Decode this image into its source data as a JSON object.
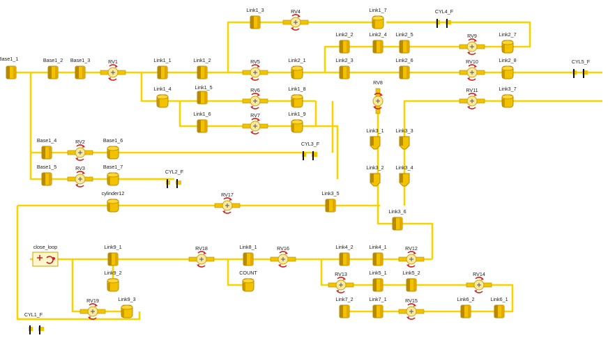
{
  "colors": {
    "wire": "#f7d400",
    "part_light": "#f2c200",
    "part_dark": "#b88a00",
    "valve_body": "#f0c400",
    "valve_knob": "#fbe9a0",
    "valve_arrow": "#d81b1b",
    "label": "#1a1a1a"
  },
  "components": [
    {
      "id": "Base1_1",
      "label": "Base1_1",
      "kind": "block"
    },
    {
      "id": "Base1_2",
      "label": "Base1_2",
      "kind": "block"
    },
    {
      "id": "Base1_3",
      "label": "Base1_3",
      "kind": "block"
    },
    {
      "id": "RV1",
      "label": "RV1",
      "kind": "valve"
    },
    {
      "id": "Link1_1",
      "label": "Link1_1",
      "kind": "block"
    },
    {
      "id": "Link1_2",
      "label": "Link1_2",
      "kind": "block"
    },
    {
      "id": "Link1_3",
      "label": "Link1_3",
      "kind": "block"
    },
    {
      "id": "RV4",
      "label": "RV4",
      "kind": "valve"
    },
    {
      "id": "Link1_7",
      "label": "Link1_7",
      "kind": "cylinder"
    },
    {
      "id": "CYL4_F",
      "label": "CYL4_F",
      "kind": "fixed"
    },
    {
      "id": "Link2_2",
      "label": "Link2_2",
      "kind": "block"
    },
    {
      "id": "Link2_4",
      "label": "Link2_4",
      "kind": "block"
    },
    {
      "id": "Link2_5",
      "label": "Link2_5",
      "kind": "block"
    },
    {
      "id": "RV9",
      "label": "RV9",
      "kind": "valve"
    },
    {
      "id": "Link2_7",
      "label": "Link2_7",
      "kind": "cylinder"
    },
    {
      "id": "RV5",
      "label": "RV5",
      "kind": "valve"
    },
    {
      "id": "Link2_1",
      "label": "Link2_1",
      "kind": "cylinder"
    },
    {
      "id": "Link2_3",
      "label": "Link2_3",
      "kind": "block"
    },
    {
      "id": "Link2_6",
      "label": "Link2_6",
      "kind": "block"
    },
    {
      "id": "RV10",
      "label": "RV10",
      "kind": "valve"
    },
    {
      "id": "Link2_8",
      "label": "Link2_8",
      "kind": "cylinder"
    },
    {
      "id": "CYL5_F",
      "label": "CYL5_F",
      "kind": "fixed"
    },
    {
      "id": "Link1_4",
      "label": "Link1_4",
      "kind": "cylinder"
    },
    {
      "id": "Link1_5",
      "label": "Link1_5",
      "kind": "block"
    },
    {
      "id": "RV6",
      "label": "RV6",
      "kind": "valve"
    },
    {
      "id": "Link1_8",
      "label": "Link1_8",
      "kind": "cylinder"
    },
    {
      "id": "RV8",
      "label": "RV8",
      "kind": "valve_v"
    },
    {
      "id": "RV11",
      "label": "RV11",
      "kind": "valve"
    },
    {
      "id": "Link3_7",
      "label": "Link3_7",
      "kind": "cylinder"
    },
    {
      "id": "Link1_6",
      "label": "Link1_6",
      "kind": "block"
    },
    {
      "id": "RV7",
      "label": "RV7",
      "kind": "valve"
    },
    {
      "id": "Link1_9",
      "label": "Link1_9",
      "kind": "cylinder"
    },
    {
      "id": "Link3_1",
      "label": "Link3_1",
      "kind": "block_v"
    },
    {
      "id": "Link3_3",
      "label": "Link3_3",
      "kind": "block_v"
    },
    {
      "id": "Base1_4",
      "label": "Base1_4",
      "kind": "block"
    },
    {
      "id": "RV2",
      "label": "RV2",
      "kind": "valve"
    },
    {
      "id": "Base1_6",
      "label": "Base1_6",
      "kind": "cylinder"
    },
    {
      "id": "CYL3_F",
      "label": "CYL3_F",
      "kind": "fixed"
    },
    {
      "id": "Link3_2",
      "label": "Link3_2",
      "kind": "block_v"
    },
    {
      "id": "Link3_4",
      "label": "Link3_4",
      "kind": "block_v"
    },
    {
      "id": "Base1_5",
      "label": "Base1_5",
      "kind": "block"
    },
    {
      "id": "RV3",
      "label": "RV3",
      "kind": "valve"
    },
    {
      "id": "Base1_7",
      "label": "Base1_7",
      "kind": "cylinder"
    },
    {
      "id": "CYL2_F",
      "label": "CYL2_F",
      "kind": "fixed"
    },
    {
      "id": "cylinder12",
      "label": "cylinder12",
      "kind": "cylinder"
    },
    {
      "id": "RV17",
      "label": "RV17",
      "kind": "valve"
    },
    {
      "id": "Link3_5",
      "label": "Link3_5",
      "kind": "block"
    },
    {
      "id": "Link3_6",
      "label": "Link3_6",
      "kind": "block"
    },
    {
      "id": "close_loop",
      "label": "close_loop",
      "kind": "loop"
    },
    {
      "id": "Link9_1",
      "label": "Link9_1",
      "kind": "block"
    },
    {
      "id": "RV18",
      "label": "RV18",
      "kind": "valve"
    },
    {
      "id": "Link8_1",
      "label": "Link8_1",
      "kind": "block"
    },
    {
      "id": "RV16",
      "label": "RV16",
      "kind": "valve"
    },
    {
      "id": "Link4_2",
      "label": "Link4_2",
      "kind": "block"
    },
    {
      "id": "Link4_1",
      "label": "Link4_1",
      "kind": "block"
    },
    {
      "id": "RV12",
      "label": "RV12",
      "kind": "valve"
    },
    {
      "id": "Link9_2",
      "label": "Link9_2",
      "kind": "cylinder"
    },
    {
      "id": "COUNT",
      "label": "COUNT",
      "kind": "cylinder"
    },
    {
      "id": "RV13",
      "label": "RV13",
      "kind": "valve"
    },
    {
      "id": "Link5_1",
      "label": "Link5_1",
      "kind": "block"
    },
    {
      "id": "Link5_2",
      "label": "Link5_2",
      "kind": "block"
    },
    {
      "id": "RV14",
      "label": "RV14",
      "kind": "valve"
    },
    {
      "id": "RV19",
      "label": "RV19",
      "kind": "valve"
    },
    {
      "id": "Link9_3",
      "label": "Link9_3",
      "kind": "cylinder"
    },
    {
      "id": "Link7_2",
      "label": "Link7_2",
      "kind": "block"
    },
    {
      "id": "Link7_1",
      "label": "Link7_1",
      "kind": "block"
    },
    {
      "id": "RV15",
      "label": "RV15",
      "kind": "valve"
    },
    {
      "id": "Link6_2",
      "label": "Link6_2",
      "kind": "block"
    },
    {
      "id": "Link6_1",
      "label": "Link6_1",
      "kind": "block"
    },
    {
      "id": "CYL1_F",
      "label": "CYL1_F",
      "kind": "fixed"
    }
  ]
}
